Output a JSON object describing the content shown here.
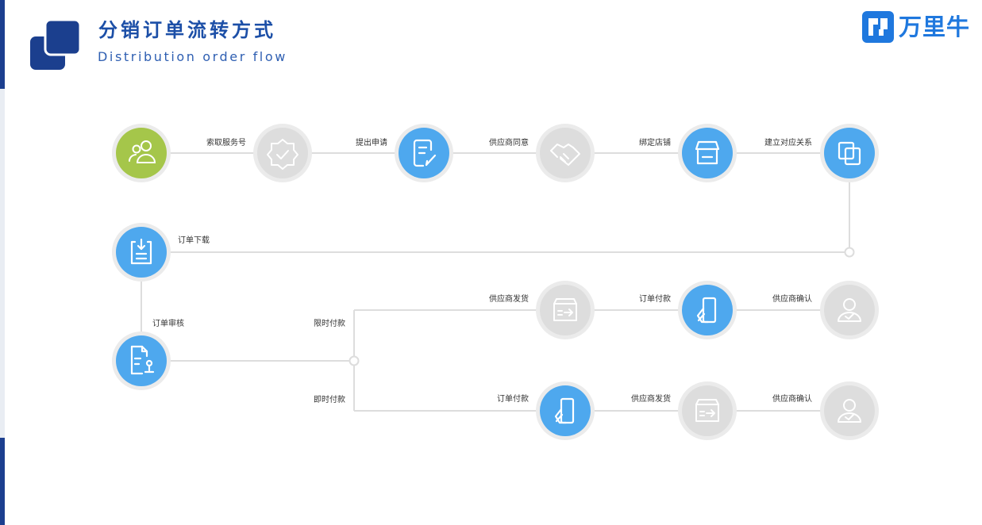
{
  "header": {
    "title_cn": "分销订单流转方式",
    "title_en": "Distribution order flow",
    "logo_icon": "overlapping-squares-icon"
  },
  "brand": {
    "name": "万里牛",
    "color": "#1f78de"
  },
  "colors": {
    "active_node": "#4ea8ee",
    "start_node": "#a5c64a",
    "inactive_node": "#dddddd",
    "node_ring": "#ebebeb",
    "connector": "#dddddd",
    "title": "#1c4fa7"
  },
  "flow": {
    "nodes": [
      {
        "id": "n1",
        "icon": "users-icon",
        "state": "start"
      },
      {
        "id": "n2",
        "icon": "verified-badge-icon",
        "state": "inactive"
      },
      {
        "id": "n3",
        "icon": "document-edit-icon",
        "state": "active"
      },
      {
        "id": "n4",
        "icon": "handshake-icon",
        "state": "inactive"
      },
      {
        "id": "n5",
        "icon": "store-icon",
        "state": "active"
      },
      {
        "id": "n6",
        "icon": "link-copy-icon",
        "state": "active"
      },
      {
        "id": "n7",
        "icon": "clipboard-download-icon",
        "state": "active"
      },
      {
        "id": "n8",
        "icon": "document-review-icon",
        "state": "active"
      },
      {
        "id": "n9",
        "icon": "shipping-box-icon",
        "state": "inactive"
      },
      {
        "id": "n10",
        "icon": "payment-card-icon",
        "state": "active"
      },
      {
        "id": "n11",
        "icon": "user-check-icon",
        "state": "inactive"
      },
      {
        "id": "n12",
        "icon": "payment-card-icon",
        "state": "active"
      },
      {
        "id": "n13",
        "icon": "shipping-box-icon",
        "state": "inactive"
      },
      {
        "id": "n14",
        "icon": "user-check-icon",
        "state": "inactive"
      }
    ],
    "labels": {
      "request_service": "索取服务号",
      "submit_application": "提出申请",
      "supplier_agree": "供应商同意",
      "bind_store": "绑定店铺",
      "build_relation": "建立对应关系",
      "order_download": "订单下载",
      "order_review": "订单审核",
      "limited_payment": "限时付款",
      "instant_payment": "即时付款",
      "upper_supplier_ship": "供应商发货",
      "upper_order_pay": "订单付款",
      "upper_supplier_confirm": "供应商确认",
      "lower_order_pay": "订单付款",
      "lower_supplier_ship": "供应商发货",
      "lower_supplier_confirm": "供应商确认"
    }
  }
}
